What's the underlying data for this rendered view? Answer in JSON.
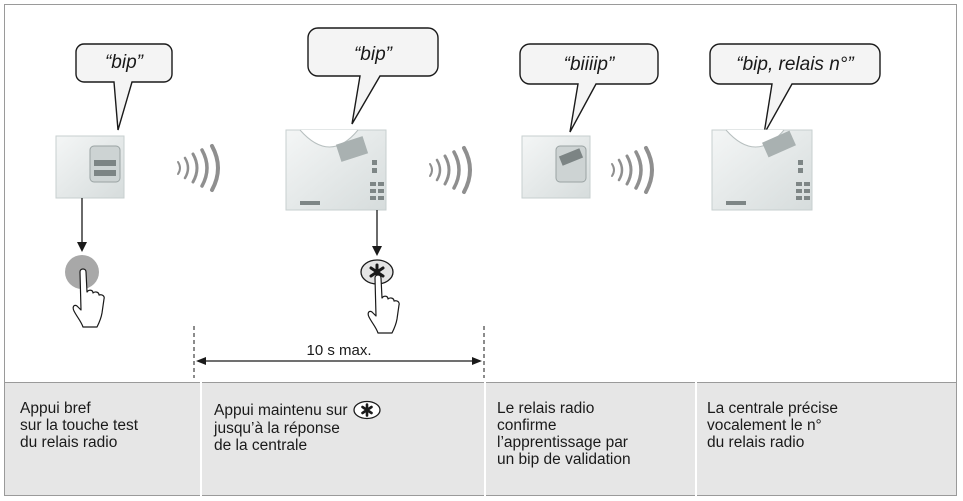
{
  "bubbles": [
    {
      "text": "“bip”"
    },
    {
      "text": "“bip”"
    },
    {
      "text": "“biiiip”"
    },
    {
      "text": "“bip, relais n°”"
    }
  ],
  "dimension": {
    "label": "10 s max."
  },
  "captions": [
    {
      "text": "Appui bref\nsur la touche test\ndu relais radio"
    },
    {
      "line1": "Appui maintenu sur",
      "rest": "jusqu’à la réponse\nde la centrale"
    },
    {
      "text": "Le relais radio\nconfirme\nl’apprentissage par\nun bip de validation"
    },
    {
      "text": "La centrale précise\nvocalement le n°\ndu relais radio"
    }
  ],
  "icons": [
    "relay-device-icon",
    "central-unit-icon",
    "radio-waves-icon",
    "test-button-icon",
    "star-key-icon",
    "pointing-hand-icon",
    "arrow-down-icon"
  ],
  "colors": {
    "band": "#e6e6e6",
    "border": "#9a9a9a",
    "device": "#e8ecec",
    "test_button": "#a8a8a8"
  }
}
